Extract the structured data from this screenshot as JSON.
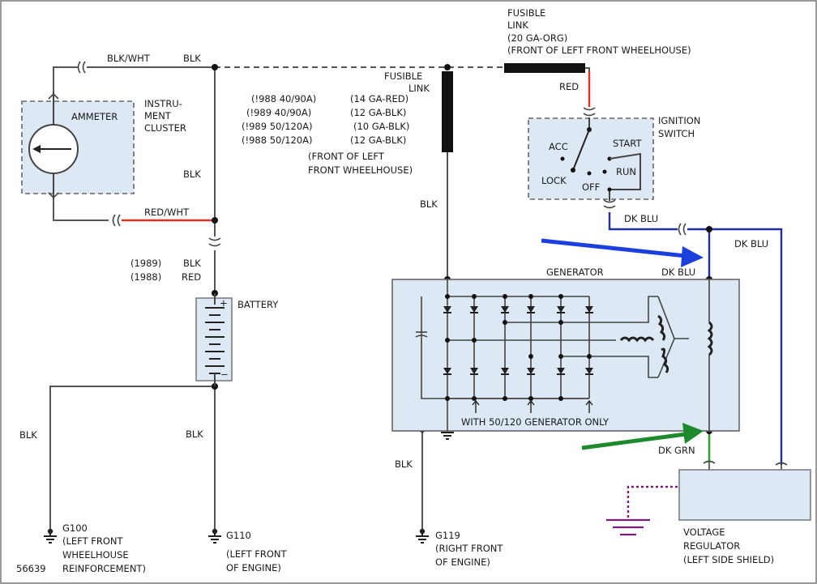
{
  "colors": {
    "wire": "#555555",
    "red_wire": "#e03028",
    "green_wire": "#2ea33a",
    "blue_wire": "#1f2f9a",
    "purple_wire": "#7a1a7a",
    "component_fill": "#dce9f4",
    "arrow_blue": "#1a3fdc",
    "arrow_green": "#1e8a2e",
    "frame_border": "#999999"
  },
  "icons": {
    "ground": "ground-symbol-icon",
    "connector": "connector-icon",
    "splice": "splice-dot-icon",
    "diode": "diode-icon",
    "capacitor": "capacitor-icon",
    "coil": "coil-icon",
    "arrow": "arrow-icon"
  },
  "labels": {
    "fusible_link_top_title": "FUSIBLE",
    "fusible_link_top_title2": "LINK",
    "fusible_link_top_gauge": "(20 GA-ORG)",
    "fusible_link_top_location": "(FRONT OF LEFT FRONT WHEELHOUSE)",
    "blk_wht": "BLK/WHT",
    "blk_top": "BLK",
    "instrument_cluster_1": "INSTRU-",
    "instrument_cluster_2": "MENT",
    "instrument_cluster_3": "CLUSTER",
    "ammeter": "AMMETER",
    "blk_left_mid": "BLK",
    "red_wht": "RED/WHT",
    "year_1989": "(1989)",
    "year_1988": "(1988)",
    "blk_1989": "BLK",
    "red_1988": "RED",
    "battery": "BATTERY",
    "battery_plus": "+",
    "battery_minus": "−",
    "variant_1": "(!988 40/90A)",
    "variant_2": "(!989 40/90A)",
    "variant_3": "(!989 50/120A)",
    "variant_4": "(!988 50/120A)",
    "gauge_1": "(14 GA-RED)",
    "gauge_2": "(12 GA-BLK)",
    "gauge_3": "(10 GA-BLK)",
    "gauge_4": "(12 GA-BLK)",
    "fusible_link_mid_title": "FUSIBLE",
    "fusible_link_mid_title2": "LINK",
    "fusible_link_mid_location_1": "(FRONT OF LEFT",
    "fusible_link_mid_location_2": "FRONT WHEELHOUSE)",
    "red_top_right": "RED",
    "ignition_switch_1": "IGNITION",
    "ignition_switch_2": "SWITCH",
    "acc": "ACC",
    "start": "START",
    "lock": "LOCK",
    "run": "RUN",
    "off": "OFF",
    "blk_center": "BLK",
    "dk_blu_1": "DK BLU",
    "dk_blu_2": "DK BLU",
    "dk_blu_3": "DK BLU",
    "generator": "GENERATOR",
    "with_50_120": "WITH 50/120 GENERATOR ONLY",
    "dk_grn": "DK GRN",
    "blk_bottom_left": "BLK",
    "blk_bottom_mid": "BLK",
    "blk_bottom_center": "BLK",
    "g100": "G100",
    "g100_loc_1": "(LEFT FRONT",
    "g100_loc_2": "WHEELHOUSE",
    "g100_loc_3": "REINFORCEMENT)",
    "g110": "G110",
    "g110_loc_1": "(LEFT FRONT",
    "g110_loc_2": "OF ENGINE)",
    "g119": "G119",
    "g119_loc_1": "(RIGHT FRONT",
    "g119_loc_2": "OF ENGINE)",
    "voltage_regulator_1": "VOLTAGE",
    "voltage_regulator_2": "REGULATOR",
    "voltage_regulator_3": "(LEFT SIDE SHIELD)",
    "diagram_number": "56639"
  }
}
